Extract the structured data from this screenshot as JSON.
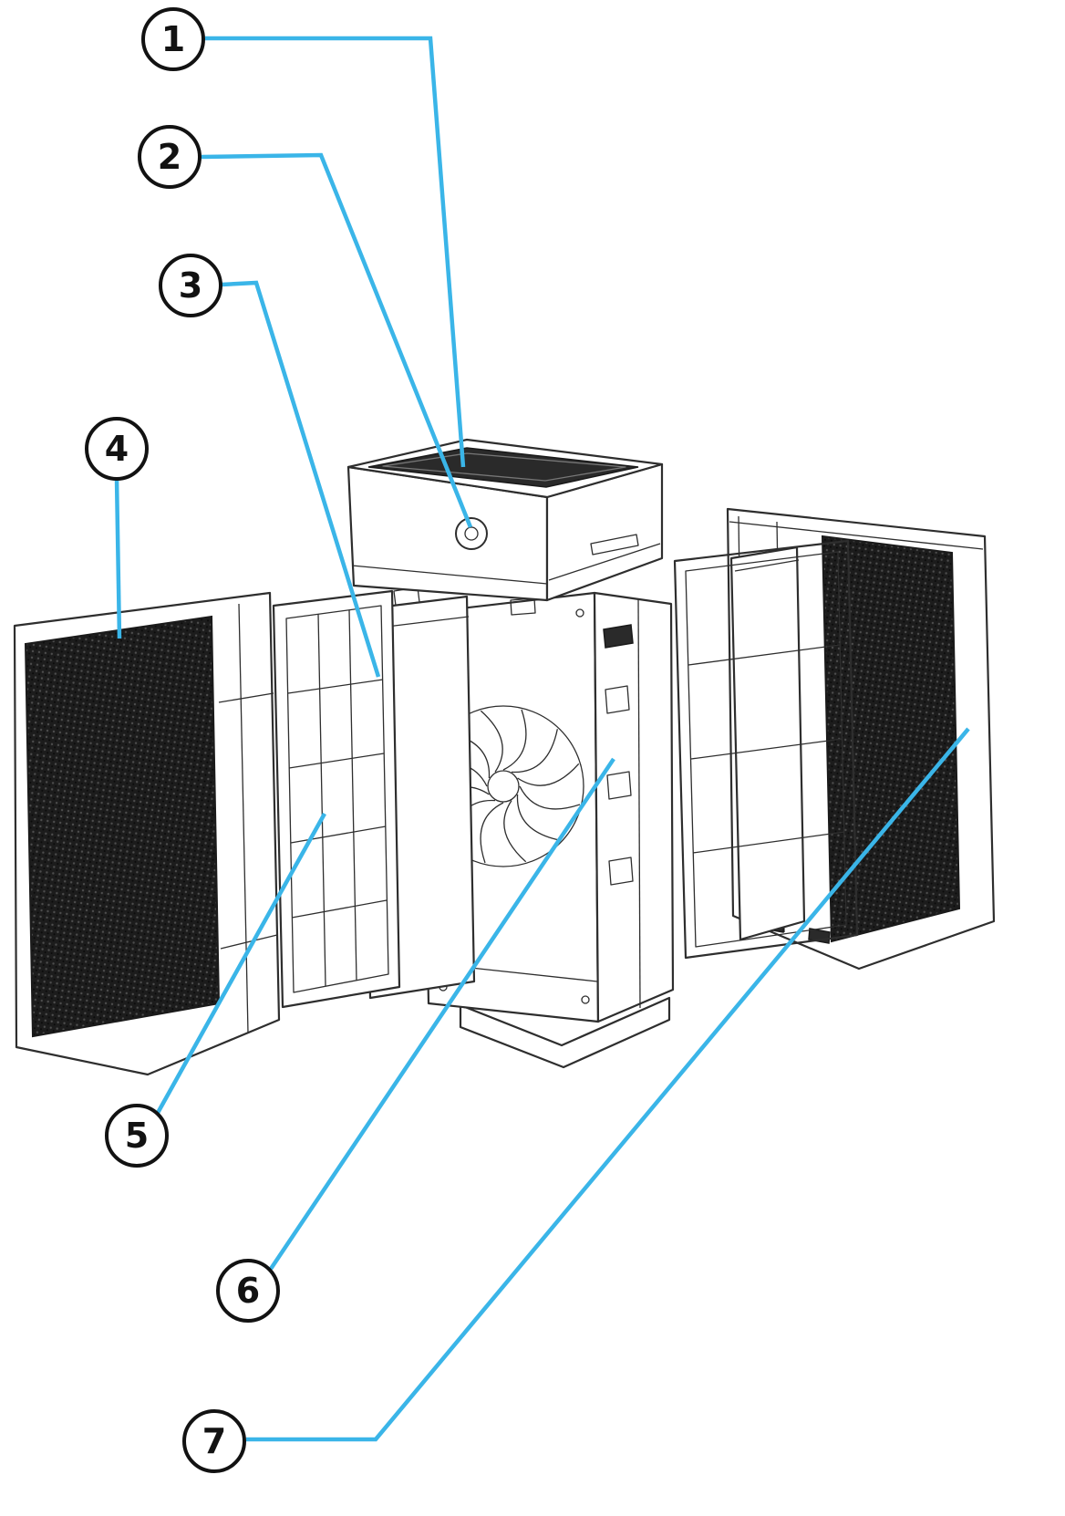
{
  "diagram": {
    "type": "exploded-view-diagram",
    "description": "Exploded view line drawing of an air purifier with numbered part callouts",
    "callouts": [
      {
        "number": "1"
      },
      {
        "number": "2"
      },
      {
        "number": "3"
      },
      {
        "number": "4"
      },
      {
        "number": "5"
      },
      {
        "number": "6"
      },
      {
        "number": "7"
      }
    ],
    "colors": {
      "leader_line": "#3ab5e8",
      "line_art": "#2e2e2e",
      "mesh_fill": "#1c1c1c",
      "background": "#ffffff"
    }
  }
}
